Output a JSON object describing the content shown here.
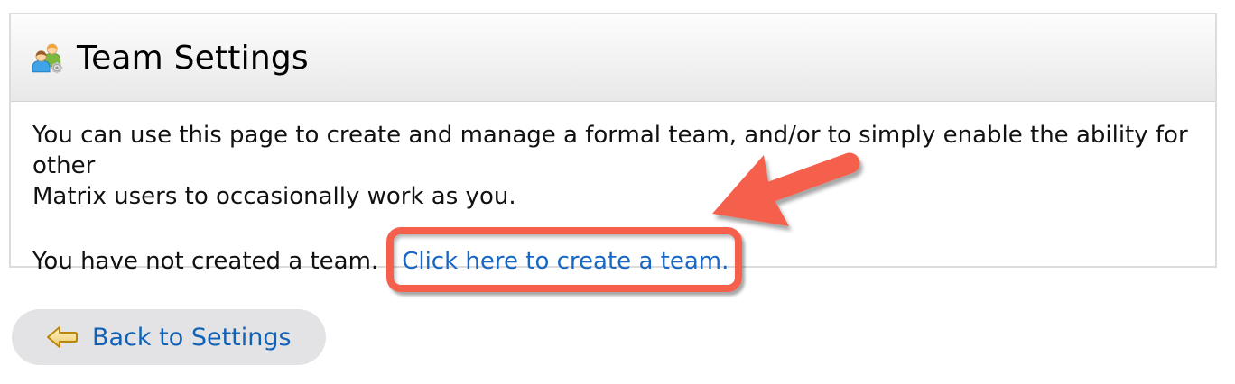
{
  "panel": {
    "header": {
      "title": "Team Settings",
      "icon": "team-users-icon"
    },
    "body": {
      "intro_line1": "You can use this page to create and manage a formal team, and/or to simply enable the ability for other",
      "intro_line2": "Matrix users to occasionally work as you.",
      "status_text": "You have not created a team.",
      "create_team_link": "Click here to create a team."
    }
  },
  "annotation": {
    "type": "highlight-box-with-arrow",
    "highlight_color": "#f4604c"
  },
  "back_button": {
    "label": "Back to Settings",
    "icon": "back-arrow-icon"
  },
  "colors": {
    "accent": "#f4604c",
    "link": "#1767c6",
    "button-text": "#0f62b5",
    "body-text": "#111111",
    "button-bg": "#e3e3e5",
    "panel-border": "#dcdcdc",
    "header-top": "#fdfdfd",
    "header-bottom": "#e8e8e8"
  }
}
